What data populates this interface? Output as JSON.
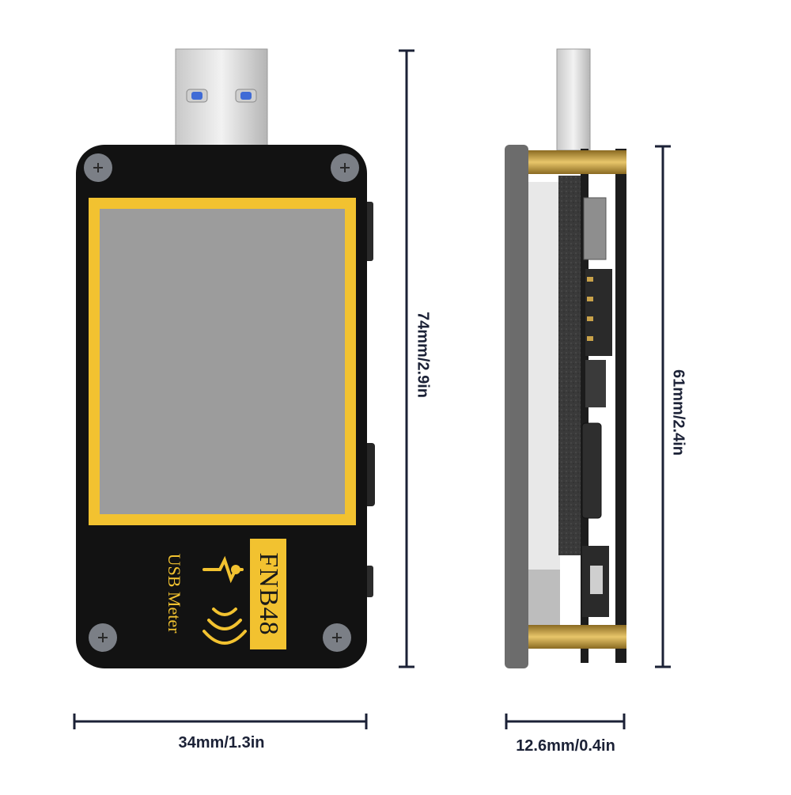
{
  "front_view": {
    "model_label": "FNB48",
    "product_label": "USB Meter",
    "width_dimension": "34mm/1.3in",
    "height_dimension": "74mm/2.9in",
    "icon": "waveform-signal-icon"
  },
  "side_view": {
    "thickness_dimension": "12.6mm/0.4in",
    "height_dimension": "61mm/2.4in"
  },
  "colors": {
    "body": "#121212",
    "screen_frame": "#f2c230",
    "screen": "#9c9c9c",
    "dimension_line": "#1b2136",
    "brass": "#c9a24a"
  }
}
